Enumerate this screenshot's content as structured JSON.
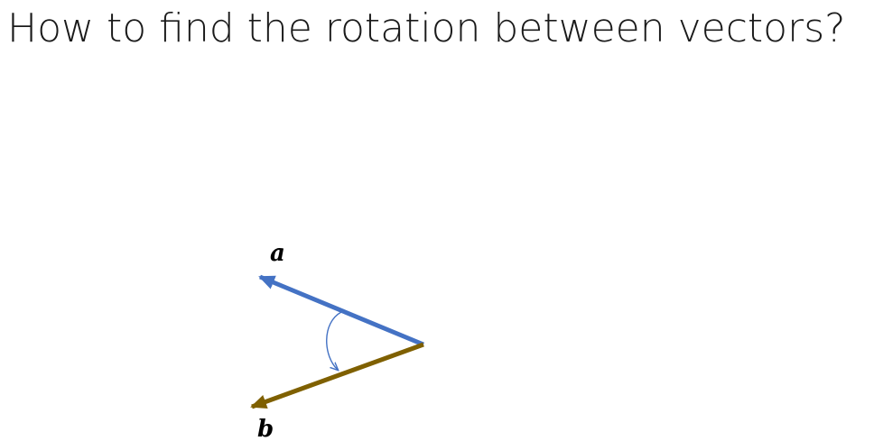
{
  "slide": {
    "title": "How to find the rotation between vectors?"
  },
  "diagram": {
    "vectors": [
      {
        "label": "a",
        "color": "#4472C4"
      },
      {
        "label": "b",
        "color": "#7F6000"
      }
    ],
    "arc_color": "#4472C4"
  }
}
